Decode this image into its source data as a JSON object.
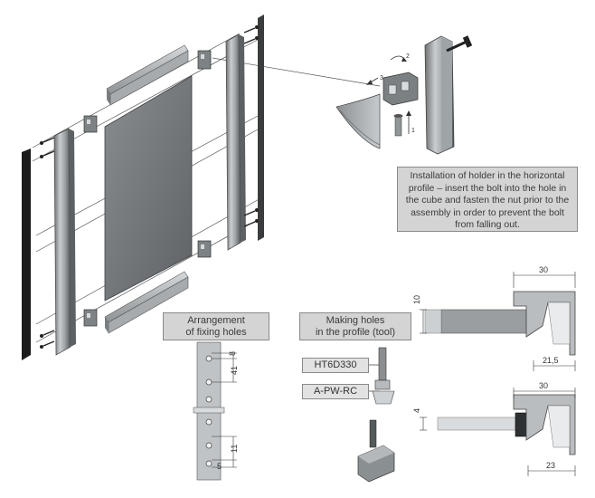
{
  "installation_note": "Installation of holder in the horizontal profile – insert the bolt into the hole in the cube and fasten the nut prior to the assembly in order to prevent the bolt from falling out.",
  "arrangement_title": {
    "line1": "Arrangement",
    "line2": "of fixing holes"
  },
  "making_holes_title": {
    "line1": "Making holes",
    "line2": "in the profile (tool)"
  },
  "tools": [
    "HT6D330",
    "A-PW-RC"
  ],
  "steps": [
    "1",
    "2",
    "3"
  ],
  "hole_dimensions": [
    "8",
    "41",
    "11",
    "5"
  ],
  "profile_top": {
    "width": "30",
    "thickness": "10",
    "depth": "21,5"
  },
  "profile_bottom": {
    "width": "30",
    "thickness": "4",
    "depth": "23"
  }
}
